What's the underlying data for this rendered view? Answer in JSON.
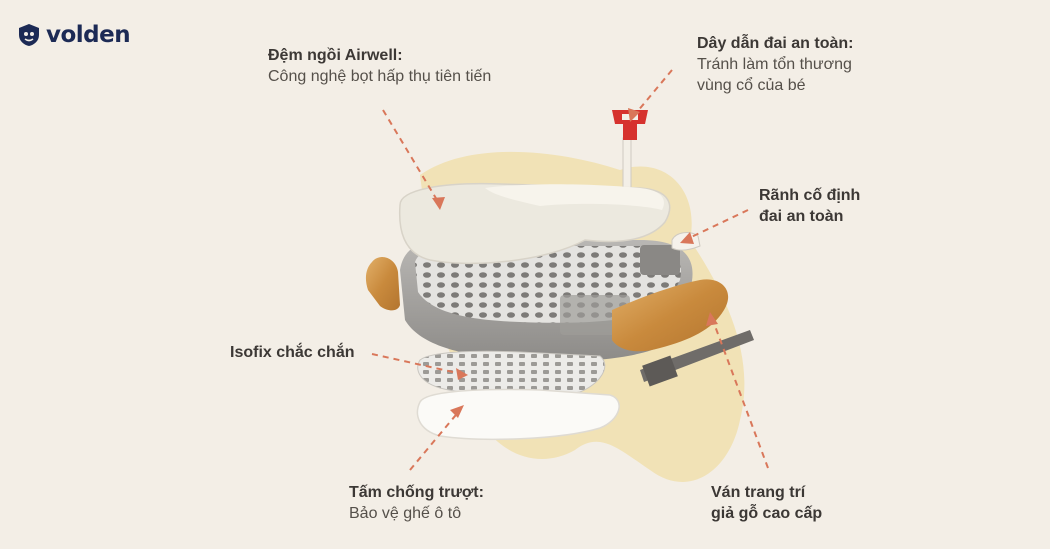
{
  "brand": {
    "name": "volden",
    "icon": "shield-logo-icon",
    "color": "#1c2a55"
  },
  "colors": {
    "background": "#f3eee6",
    "blob": "#f1e2b6",
    "arrow": "#d9775a"
  },
  "callouts": {
    "cushion": {
      "title": "Đệm ngồi Airwell:",
      "desc": "Công nghệ bọt hấp thụ tiên tiến"
    },
    "guide": {
      "title": "Dây dẫn đai an toàn:",
      "desc1": "Tránh làm tổn thương",
      "desc2": "vùng cổ của bé"
    },
    "groove": {
      "title1": "Rãnh cố định",
      "title2": "đai an toàn"
    },
    "isofix": {
      "title": "Isofix chắc chắn"
    },
    "antislip": {
      "title": "Tấm chống trượt:",
      "desc": "Bảo vệ ghế ô tô"
    },
    "wood": {
      "title1": "Ván trang trí",
      "title2": "giả gỗ cao cấp"
    }
  }
}
